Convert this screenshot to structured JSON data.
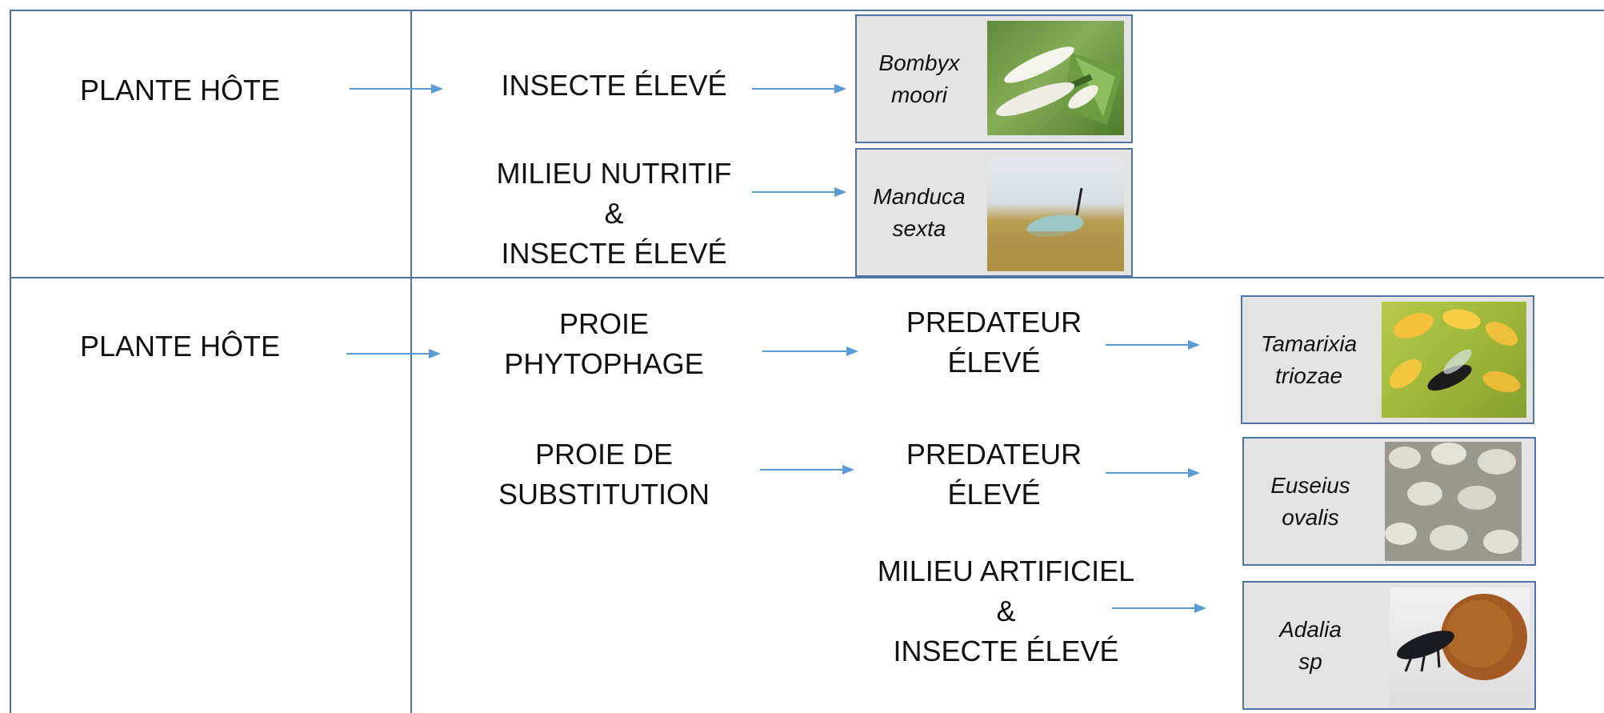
{
  "rows": [
    {
      "source": "PLANTE HÔTE",
      "paths": [
        {
          "steps": [
            [
              "INSECTE ÉLEVÉ"
            ]
          ],
          "species": [
            "Bombyx",
            "moori"
          ],
          "photo_icon": "silkworm-larvae-photo"
        },
        {
          "steps": [
            [
              "MILIEU NUTRITIF",
              "&",
              "INSECTE ÉLEVÉ"
            ]
          ],
          "species": [
            "Manduca",
            "sexta"
          ],
          "photo_icon": "caterpillar-on-diet-photo"
        }
      ]
    },
    {
      "source": "PLANTE HÔTE",
      "paths": [
        {
          "steps": [
            [
              "PROIE",
              "PHYTOPHAGE"
            ],
            [
              "PREDATEUR",
              "ÉLEVÉ"
            ]
          ],
          "species": [
            "Tamarixia",
            "triozae"
          ],
          "photo_icon": "wasp-on-psyllid-nymphs-photo"
        },
        {
          "steps": [
            [
              "PROIE DE",
              "SUBSTITUTION"
            ],
            [
              "PREDATEUR",
              "ÉLEVÉ"
            ]
          ],
          "species": [
            "Euseius",
            "ovalis"
          ],
          "photo_icon": "mite-eggs-photo"
        },
        {
          "steps": [
            [
              "MILIEU ARTIFICIEL",
              "&",
              "INSECTE ÉLEVÉ"
            ]
          ],
          "species": [
            "Adalia",
            "sp"
          ],
          "photo_icon": "ladybird-larva-photo"
        }
      ]
    }
  ],
  "colors": {
    "grid_line": "#4f73a3",
    "arrow": "#5b9bd5",
    "card_fill": "#e3e3e3",
    "card_border": "#4f73a3"
  }
}
